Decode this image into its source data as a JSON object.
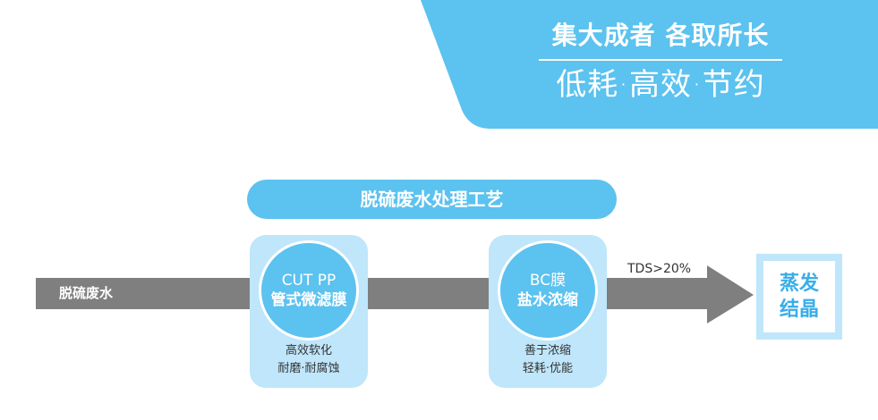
{
  "banner": {
    "title": "集大成者 各取所长",
    "subtitle": "低耗·高效·节约",
    "color": "#5cc2ef"
  },
  "process": {
    "title": "脱硫废水处理工艺",
    "inlet_label": "脱硫废水",
    "tds_label": "TDS>20%",
    "arrow_color": "#7f7f7f"
  },
  "stages": [
    {
      "line1": "CUT PP",
      "line2": "管式微滤膜",
      "note1": "高效软化",
      "note2": "耐磨·耐腐蚀"
    },
    {
      "line1": "BC膜",
      "line2": "盐水浓缩",
      "note1": "善于浓缩",
      "note2": "轻耗·优能"
    }
  ],
  "output": {
    "line1": "蒸发",
    "line2": "结晶"
  }
}
